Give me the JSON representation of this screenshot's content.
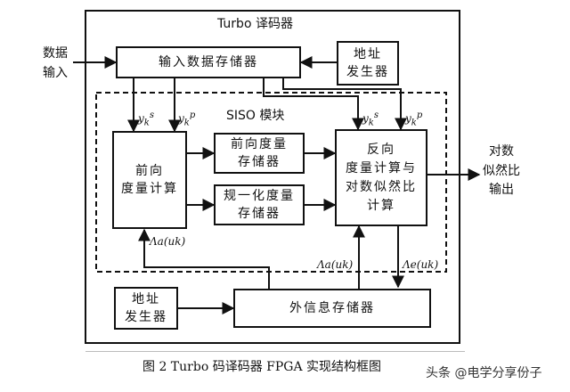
{
  "outer_title": "Turbo 译码器",
  "siso_title": "SISO 模块",
  "data_in": [
    "数据",
    "输入"
  ],
  "llr_out": [
    "对数",
    "似然比",
    "输出"
  ],
  "boxes": {
    "input_store": "输入数据存储器",
    "addr_gen_top": [
      "地址",
      "发生器"
    ],
    "forward_calc": [
      "前向",
      "度量计算"
    ],
    "forward_store": [
      "前向度量",
      "存储器"
    ],
    "normalize_store": [
      "规一化度量",
      "存储器"
    ],
    "backward_calc": [
      "反向",
      "度量计算与",
      "对数似然比",
      "计算"
    ],
    "addr_gen_bottom": [
      "地址",
      "发生器"
    ],
    "extrinsic_store": "外信息存储器"
  },
  "signals": {
    "ys_left": "y",
    "ys_left_sup": "s",
    "ys_left_sub": "k",
    "yp_left": "y",
    "yp_left_sup": "p",
    "yp_left_sub": "k",
    "ys_right": "y",
    "ys_right_sup": "s",
    "ys_right_sub": "k",
    "yp_right": "y",
    "yp_right_sup": "p",
    "yp_right_sub": "k",
    "lambda_a_left": "Λa(uk)",
    "lambda_a_right": "Λa(uk)",
    "lambda_e": "Λe(uk)"
  },
  "caption": "图 2 Turbo 码译码器 FPGA 实现结构框图",
  "watermark": "头条 @电学分享份子"
}
